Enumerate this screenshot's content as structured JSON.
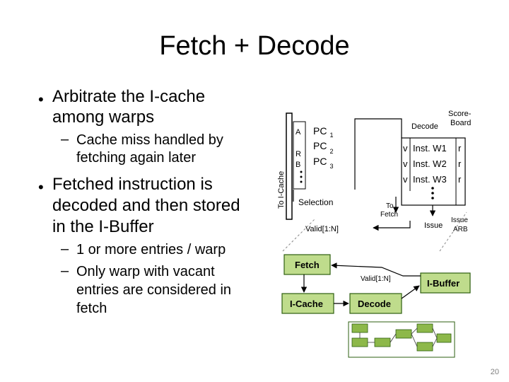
{
  "slide": {
    "title": "Fetch + Decode",
    "page_number": "20"
  },
  "bullets": {
    "b1_line1": "Arbitrate the I-cache",
    "b1_line2": "among warps",
    "b1_sub_line1": "Cache miss handled by",
    "b1_sub_line2": "fetching again later",
    "b2_line1": "Fetched instruction is",
    "b2_line2": "decoded and then stored",
    "b2_line3": "in the I-Buffer",
    "b2_sub1": "1 or more entries / warp",
    "b2_sub2_line1": "Only warp with vacant",
    "b2_sub2_line2": "entries are considered in",
    "b2_sub2_line3": "fetch"
  },
  "diagram": {
    "to_icache": "To I-Cache",
    "arb_a": "A",
    "arb_r": "R",
    "arb_b": "B",
    "pc_label": "PC",
    "pc1_sub": "1",
    "pc2_sub": "2",
    "pc3_sub": "3",
    "selection": "Selection",
    "valid_1": "Valid[1:N]",
    "to_fetch_l1": "To",
    "to_fetch_l2": "Fetch",
    "decode_hdr": "Decode",
    "scoreboard_l1": "Score-",
    "scoreboard_l2": "Board",
    "v1": "v",
    "v2": "v",
    "v3": "v",
    "inst1": "Inst. W1",
    "inst2": "Inst. W2",
    "inst3": "Inst. W3",
    "r1": "r",
    "r2": "r",
    "r3": "r",
    "issue": "Issue",
    "issue_arb_l1": "Issue",
    "issue_arb_l2": "ARB",
    "fetch": "Fetch",
    "icache": "I-Cache",
    "valid_2": "Valid[1:N]",
    "ibuffer": "I-Buffer",
    "decode": "Decode"
  },
  "colors": {
    "block_fill": "#bfdc8c",
    "block_stroke": "#2e5f10",
    "thumb_fill": "#8db84a",
    "page_number": "#7f7f7f"
  }
}
